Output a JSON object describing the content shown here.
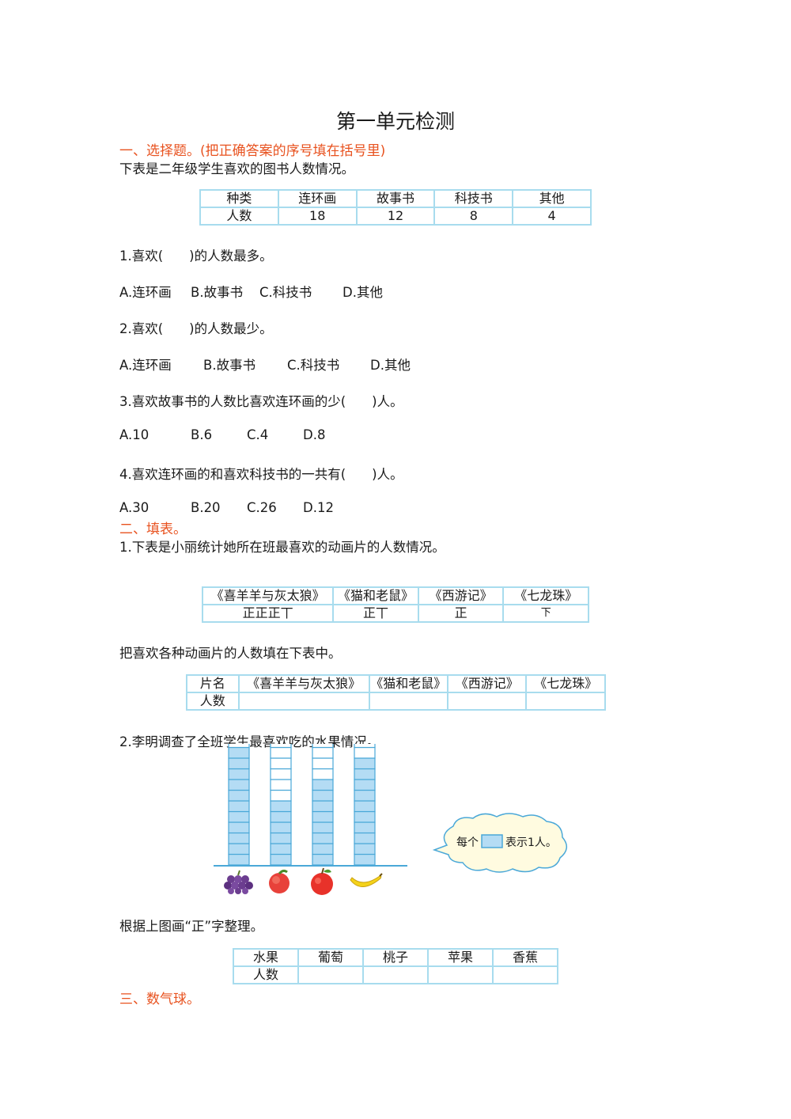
{
  "title": "第一单元检测",
  "section1": {
    "heading": "一、选择题。(把正确答案的序号填在括号里)",
    "intro": "下表是二年级学生喜欢的图书人数情况。",
    "table": {
      "headers": [
        "种类",
        "连环画",
        "故事书",
        "科技书",
        "其他"
      ],
      "row": [
        "人数",
        "18",
        "12",
        "8",
        "4"
      ]
    },
    "questions": [
      {
        "q": "1.喜欢(　　)的人数最多。",
        "options": [
          "A.连环画",
          "B.故事书",
          "C.科技书",
          "D.其他"
        ]
      },
      {
        "q": "2.喜欢(　　)的人数最少。",
        "options": [
          "A.连环画",
          "B.故事书",
          "C.科技书",
          "D.其他"
        ]
      },
      {
        "q": "3.喜欢故事书的人数比喜欢连环画的少(　　)人。",
        "options": [
          "A.10",
          "B.6",
          "C.4",
          "D.8"
        ]
      },
      {
        "q": "4.喜欢连环画的和喜欢科技书的一共有(　　)人。",
        "options": [
          "A.30",
          "B.20",
          "C.26",
          "D.12"
        ]
      }
    ]
  },
  "section2": {
    "heading": "二、填表。",
    "q1": "1.下表是小丽统计她所在班最喜欢的动画片的人数情况。",
    "tally_table": {
      "headers": [
        "《喜羊羊与灰太狼》",
        "《猫和老鼠》",
        "《西游记》",
        "《七龙珠》"
      ],
      "tallies": [
        "正正正丅",
        "正丅",
        "正",
        "下"
      ]
    },
    "fill_intro": "把喜欢各种动画片的人数填在下表中。",
    "fill_table": {
      "headers": [
        "片名",
        "《喜羊羊与灰太狼》",
        "《猫和老鼠》",
        "《西游记》",
        "《七龙珠》"
      ],
      "row_label": "人数"
    },
    "q2": "2.李明调查了全班学生最喜欢吃的水果情况。",
    "chart_data": {
      "type": "bar",
      "categories": [
        "grape-icon",
        "peach-icon",
        "apple-icon",
        "banana-icon"
      ],
      "values": [
        11,
        6,
        8,
        10
      ],
      "ylim": [
        0,
        12
      ],
      "colors": {
        "filled": "#b4dcf4",
        "empty": "#ffffff",
        "border": "#4aa8d8"
      }
    },
    "legend_bubble": {
      "prefix": "每个",
      "suffix": "表示1人。"
    },
    "organize_intro": "根据上图画“正”字整理。",
    "fruit_table": {
      "headers": [
        "水果",
        "葡萄",
        "桃子",
        "苹果",
        "香蕉"
      ],
      "row_label": "人数"
    }
  },
  "section3": {
    "heading": "三、数气球。"
  },
  "colors": {
    "section_heading": "#e8521f",
    "table_border": "#a8dcee"
  }
}
